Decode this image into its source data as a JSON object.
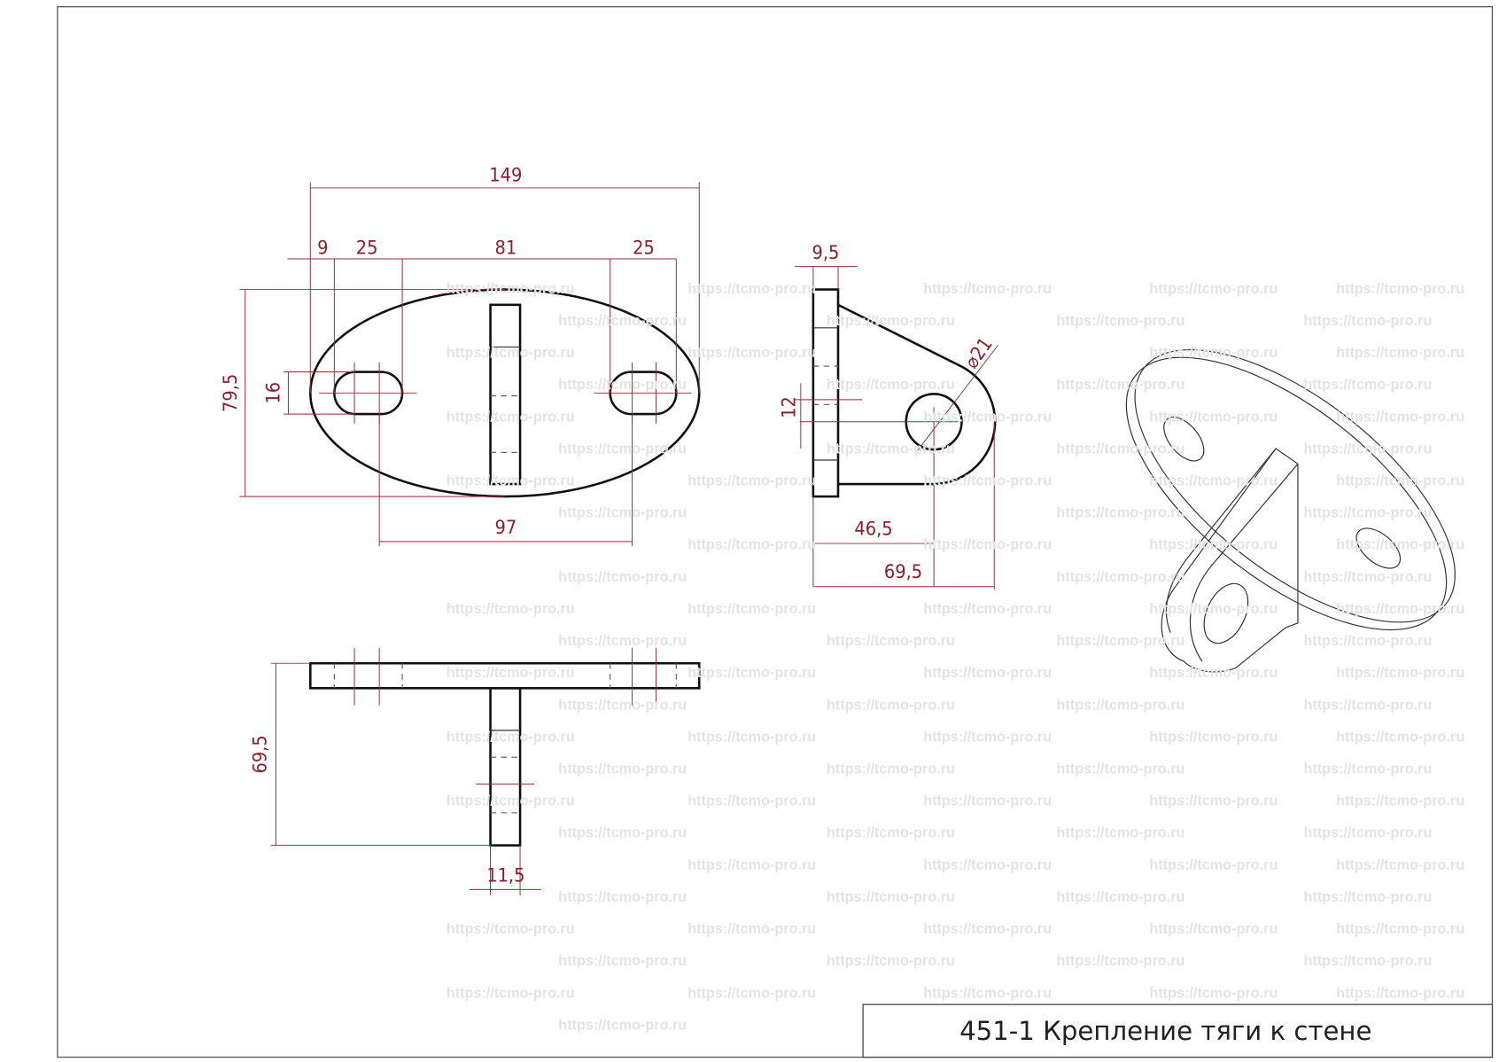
{
  "watermark": "https://tcmo-pro.ru",
  "title_block": {
    "text": "451-1  Крепление тяги к стене"
  },
  "top_view": {
    "dims": {
      "overall_length": "149",
      "edge_to_slot": "9",
      "slot_left": "25",
      "slot_gap": "81",
      "slot_right": "25",
      "height": "79,5",
      "slot_width": "16",
      "slot_centers": "97"
    }
  },
  "side_view": {
    "dims": {
      "plate_thickness": "9,5",
      "offset": "12",
      "hole_center": "46,5",
      "depth": "69,5",
      "hole_diameter": "⌀21"
    }
  },
  "bottom_view": {
    "dims": {
      "height": "69,5",
      "rib_thickness": "11,5"
    }
  }
}
